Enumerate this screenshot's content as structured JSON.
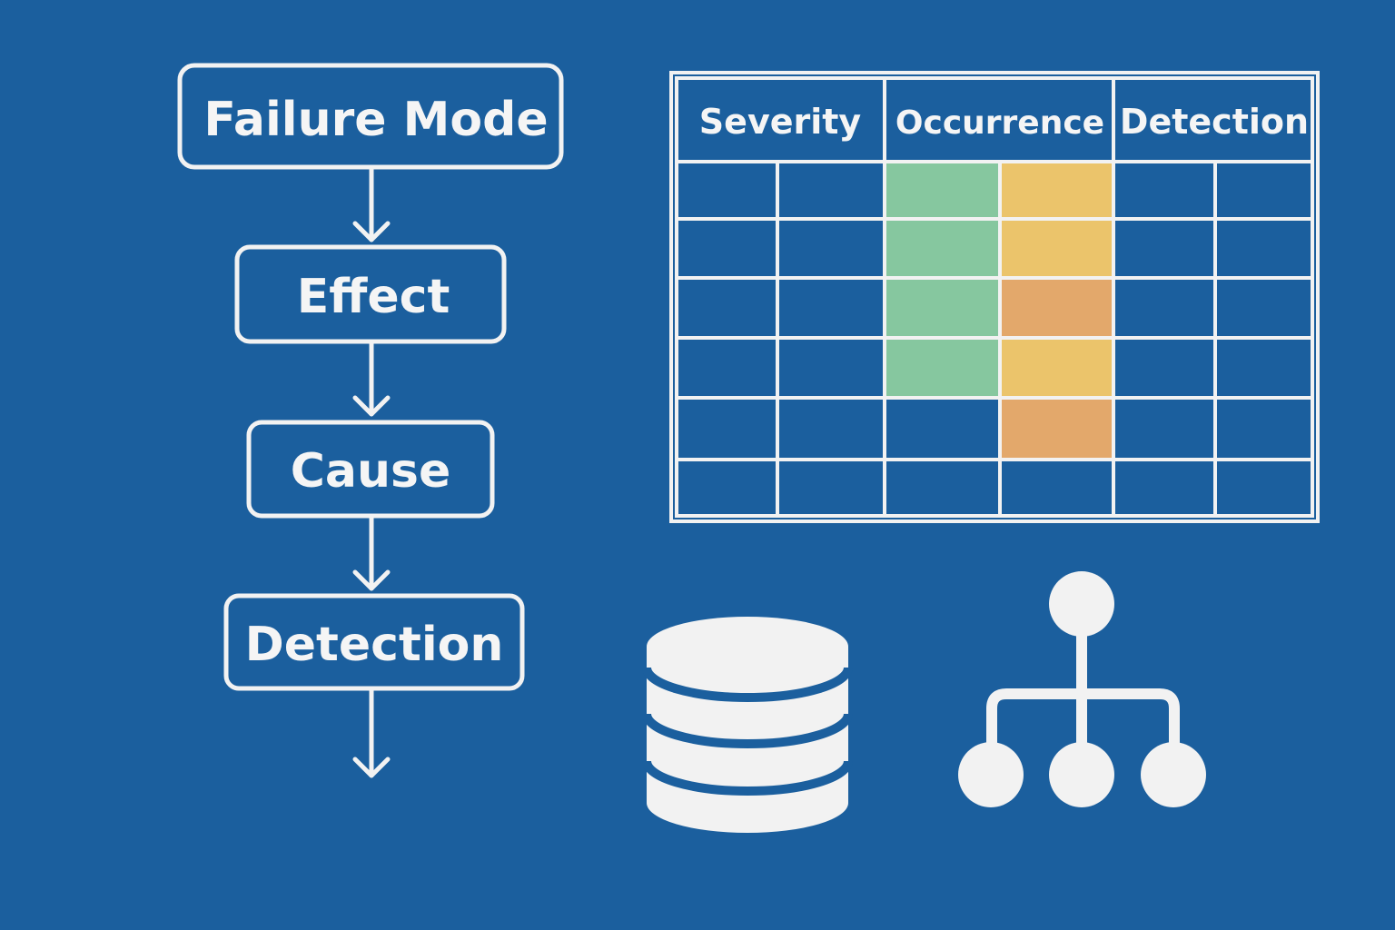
{
  "colors": {
    "background": "#1b5f9e",
    "line": "#f2f2f2",
    "green": "#86c79f",
    "yellow": "#ebc46b",
    "orange": "#e3a86b"
  },
  "flow": {
    "steps": [
      {
        "label": "Failure Mode"
      },
      {
        "label": "Effect"
      },
      {
        "label": "Cause"
      },
      {
        "label": "Detection"
      }
    ]
  },
  "table": {
    "headers": [
      "Severity",
      "Occurrence",
      "Detection"
    ],
    "rows": 6,
    "sub_columns_per_header": 2,
    "highlights": {
      "occurrence_col_a": [
        "green",
        "green",
        "green",
        "green",
        "none",
        "none"
      ],
      "occurrence_col_b": [
        "yellow",
        "yellow",
        "orange",
        "yellow",
        "orange",
        "none"
      ]
    }
  },
  "icons": {
    "database": "database-icon",
    "hierarchy": "hierarchy-icon"
  }
}
